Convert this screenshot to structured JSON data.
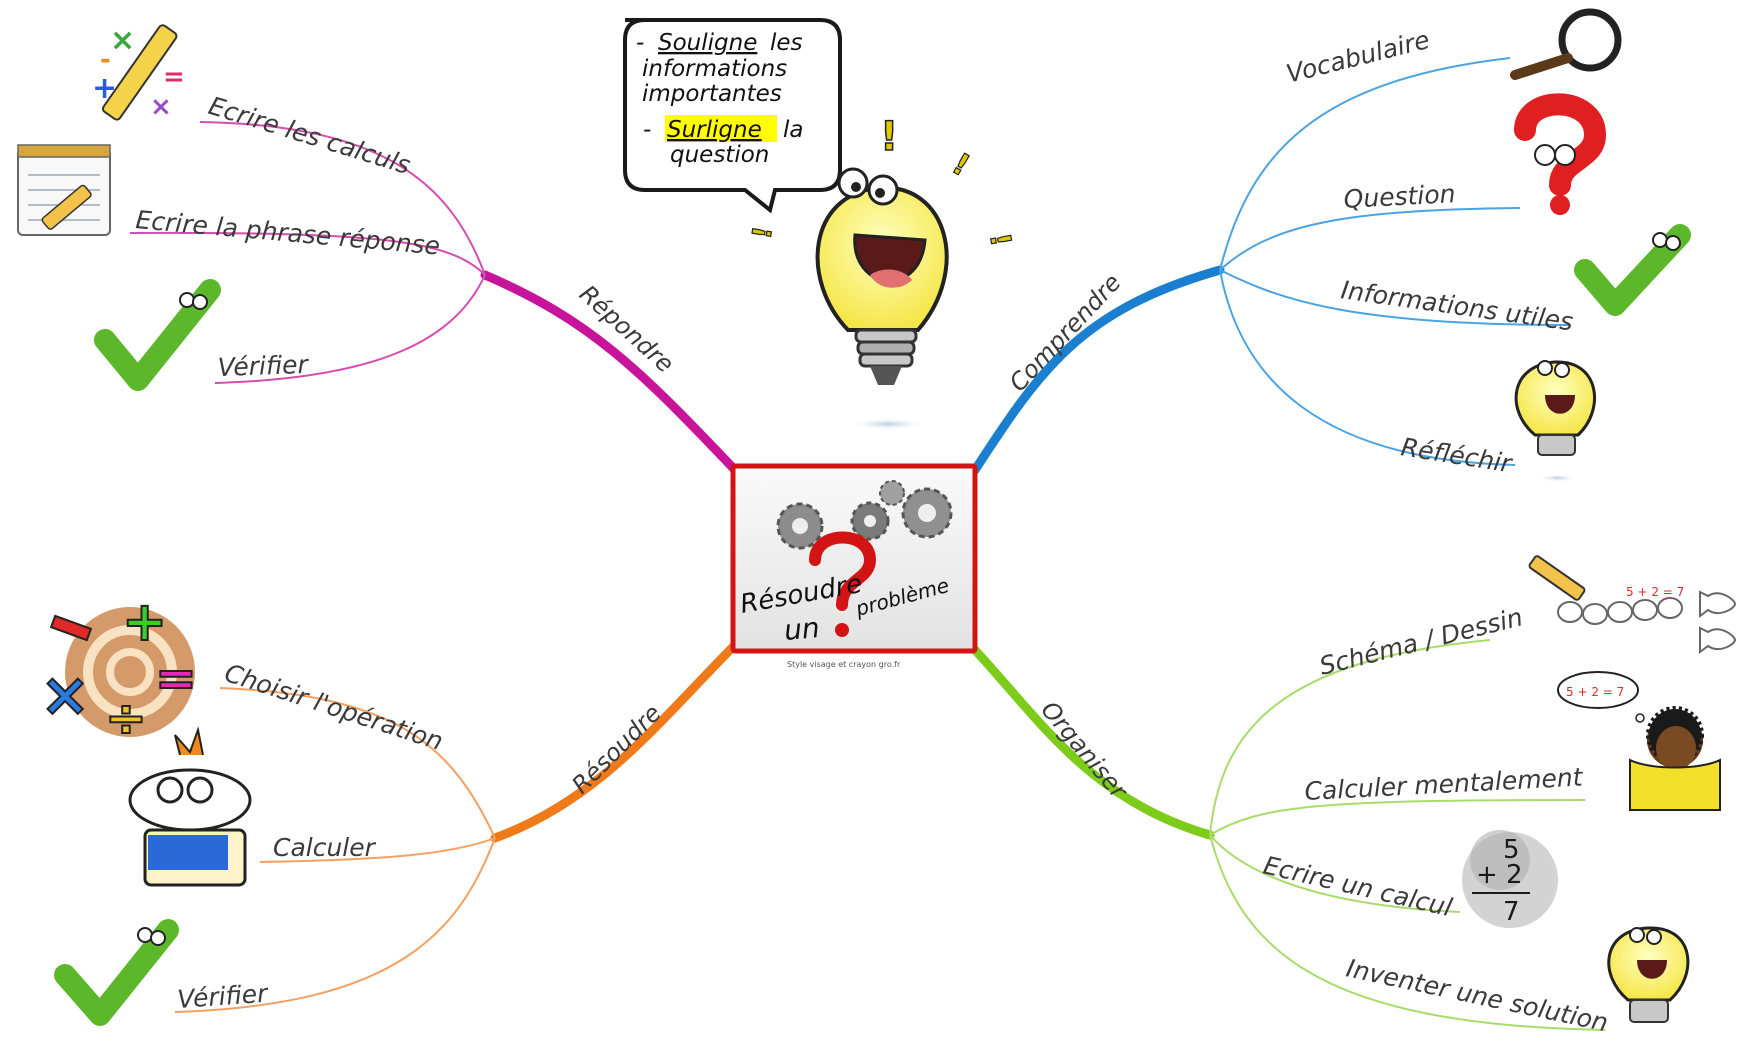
{
  "center": {
    "title_part1": "Résoudre",
    "title_part2": "un",
    "title_part3": "problème",
    "credit": "Style visage et crayon gro.fr"
  },
  "bubble": {
    "line1_underlined": "Souligne",
    "line1_rest": "les",
    "line2": "informations",
    "line3": "importantes",
    "line4_highlighted": "Surligne",
    "line4_rest": "la",
    "line5": "question",
    "dash": "-"
  },
  "branches": {
    "repondre": {
      "label": "Répondre",
      "color": "#c8149a",
      "items": [
        "Ecrire les calculs",
        "Ecrire la phrase réponse",
        "Vérifier"
      ]
    },
    "comprendre": {
      "label": "Comprendre",
      "color": "#1a7fd0",
      "items": [
        "Vocabulaire",
        "Question",
        "Informations utiles",
        "Réfléchir"
      ]
    },
    "resoudre": {
      "label": "Résoudre",
      "color": "#f07a1a",
      "items": [
        "Choisir l'opération",
        "Calculer",
        "Vérifier"
      ]
    },
    "organiser": {
      "label": "Organiser",
      "color": "#7dcc1a",
      "items": [
        "Schéma / Dessin",
        "Calculer mentalement",
        "Ecrire un calcul",
        "Inventer une solution"
      ]
    }
  },
  "decor": {
    "equation": "5 + 2 = 7",
    "calc_top": "5",
    "calc_mid": "+ 2",
    "calc_result": "7"
  },
  "icons": [
    "pencil-math-icon",
    "notepad-icon",
    "checkmark-icon",
    "magnifier-icon",
    "question-mark-icon",
    "lightbulb-icon",
    "operations-icon",
    "calculator-character-icon",
    "gears-icon"
  ]
}
